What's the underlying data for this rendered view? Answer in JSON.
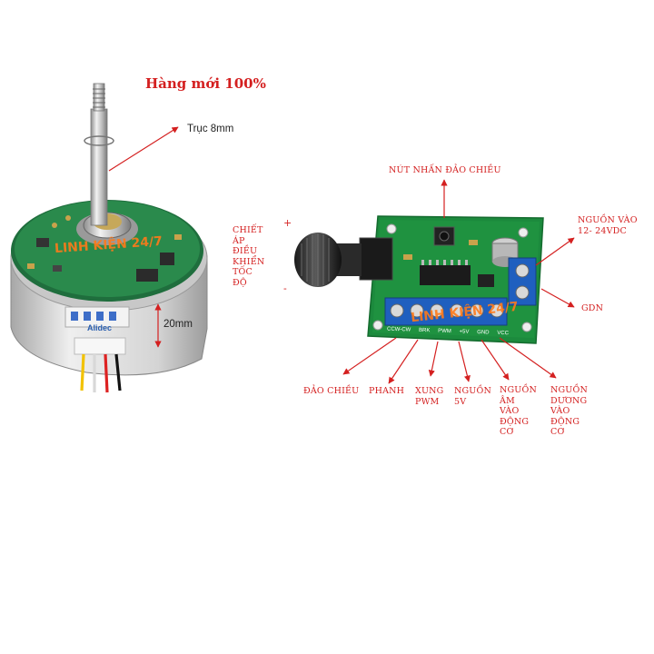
{
  "colors": {
    "label_red": "#d42020",
    "pcb_green": "#1f8a3a",
    "terminal_blue": "#1f5fbf"
  },
  "heading": "Hàng mới 100%",
  "motor": {
    "shaft_label": "Trục 8mm",
    "height_label": "20mm",
    "brand": "Alidec",
    "watermark": "LINH KIỆN 24/7"
  },
  "board": {
    "watermark": "LINH KIỆN 24/7",
    "pin_labels": [
      "CCW-CW",
      "BRK",
      "PWM",
      "+5V",
      "GND",
      "VCC"
    ]
  },
  "annotations": {
    "reverse_button": "NÚT NHẤN ĐẢO CHIỀU",
    "power_in": "NGUỒN VÀO\n12- 24VDC",
    "gdn": "GDN",
    "pot": "CHIẾT\nÁP\nĐIỀU\nKHIỂN\nTỐC\nĐỘ",
    "pot_plus": "+",
    "pot_minus": "-",
    "reverse": "ĐẢO CHIỀU",
    "brake": "PHANH",
    "pwm": "XUNG\nPWM",
    "v5": "NGUỒN\n5V",
    "neg_motor": "NGUỒN\nÂM\nVÀO\nĐỘNG\nCƠ",
    "pos_motor": "NGUỒN\nDƯƠNG\nVÀO\nĐỘNG\nCƠ"
  }
}
